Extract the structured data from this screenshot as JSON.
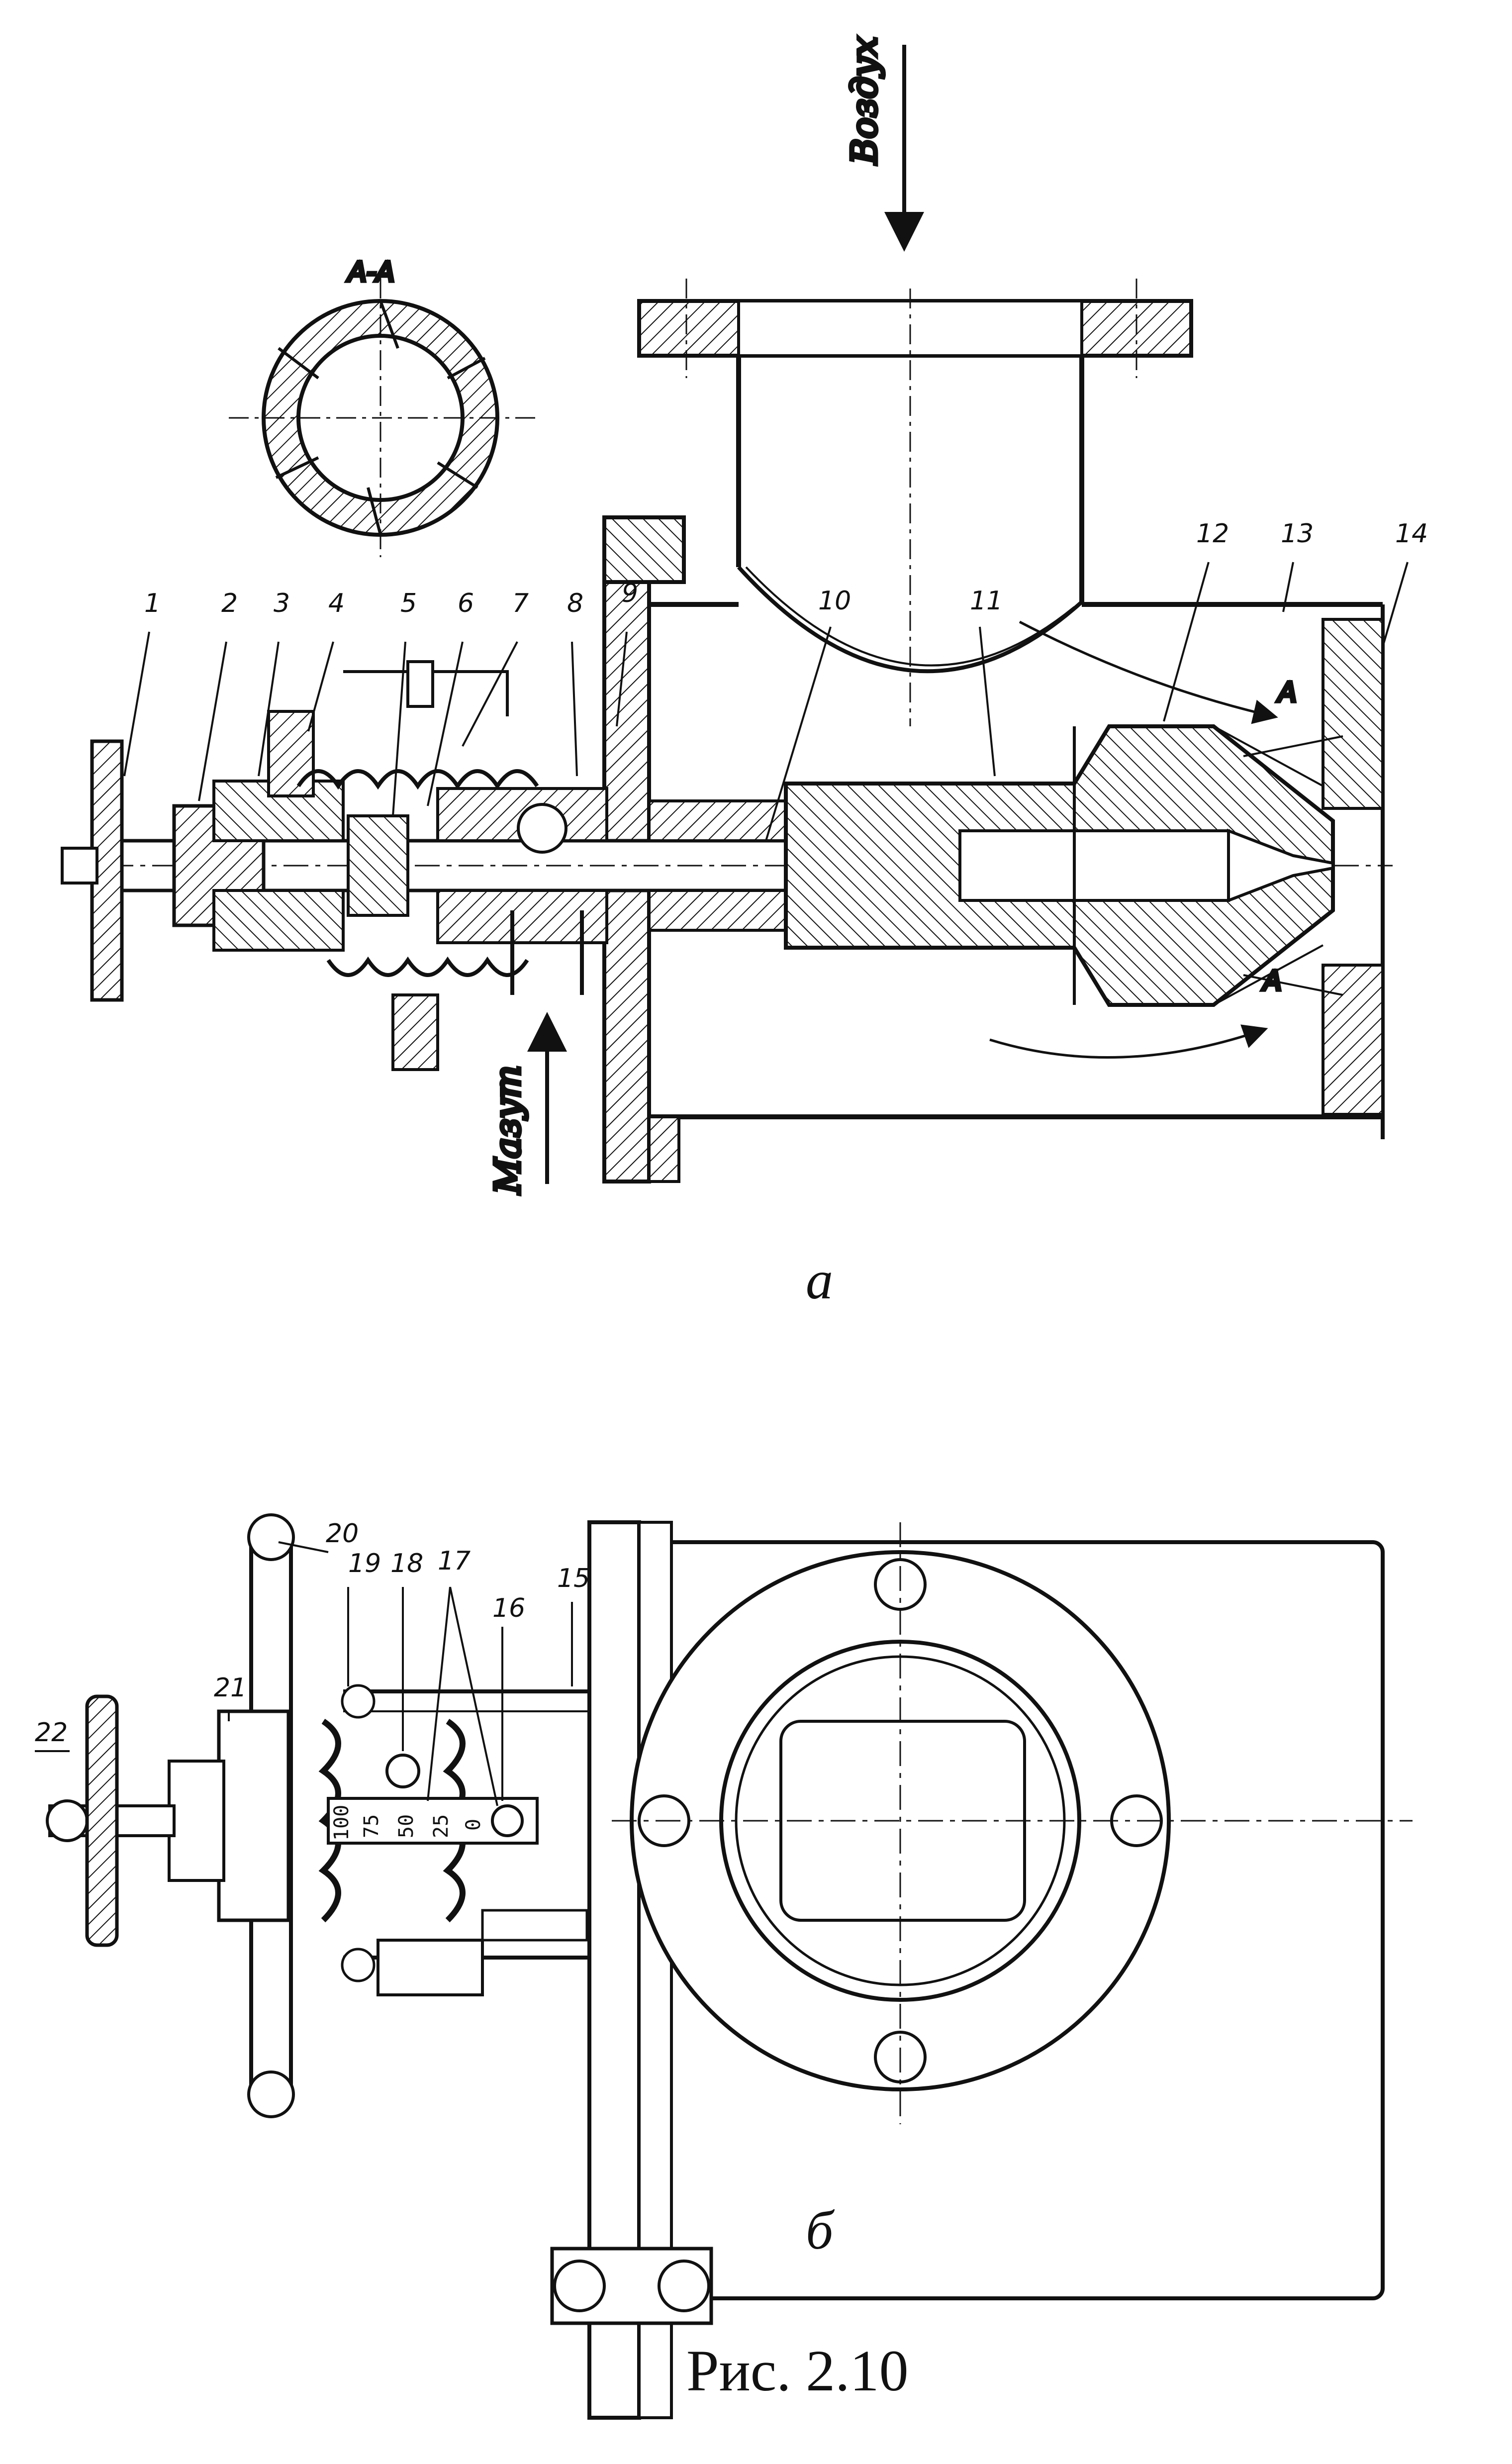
{
  "labels": {
    "air": "Воздух",
    "fuel": "Мазут",
    "section": "А-А",
    "section_mark": "А",
    "view_a": "а",
    "view_b": "б",
    "caption": "Рис. 2.10"
  },
  "callouts": [
    "1",
    "2",
    "3",
    "4",
    "5",
    "6",
    "7",
    "8",
    "9",
    "10",
    "11",
    "12",
    "13",
    "14",
    "15",
    "16",
    "17",
    "18",
    "19",
    "20",
    "21",
    "22"
  ],
  "scale_marks": [
    "100",
    "75",
    "50",
    "25",
    "0"
  ],
  "colors": {
    "ink": "#111111",
    "paper": "#ffffff"
  }
}
